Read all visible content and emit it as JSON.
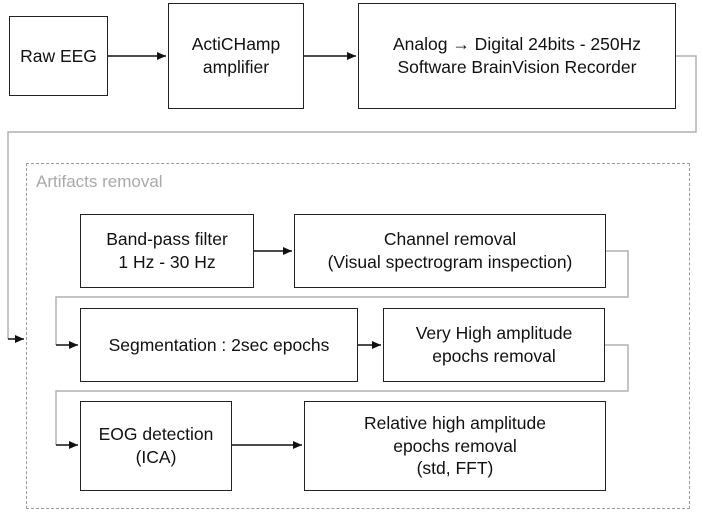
{
  "diagram": {
    "group_label": "Artifacts removal",
    "nodes": {
      "raw_eeg": {
        "lines": [
          "Raw EEG"
        ]
      },
      "amplifier": {
        "lines": [
          "ActiCHamp",
          "amplifier"
        ]
      },
      "recorder": {
        "lines": [
          "Analog → Digital 24bits - 250Hz",
          "Software BrainVision Recorder"
        ]
      },
      "bandpass": {
        "lines": [
          "Band-pass filter",
          "1 Hz - 30 Hz"
        ]
      },
      "channel_removal": {
        "lines": [
          "Channel removal",
          "(Visual spectrogram inspection)"
        ]
      },
      "segmentation": {
        "lines": [
          "Segmentation : 2sec epochs"
        ]
      },
      "very_high_amp": {
        "lines": [
          "Very High amplitude",
          "epochs removal"
        ]
      },
      "eog": {
        "lines": [
          "EOG detection",
          "(ICA)"
        ]
      },
      "relative_high_amp": {
        "lines": [
          "Relative high amplitude",
          "epochs removal",
          "(std, FFT)"
        ]
      }
    },
    "colors": {
      "box_border": "#222222",
      "gray_connector": "#b0b0b0",
      "group_border": "#9a9a9a",
      "group_label": "#a9a9a9"
    }
  }
}
